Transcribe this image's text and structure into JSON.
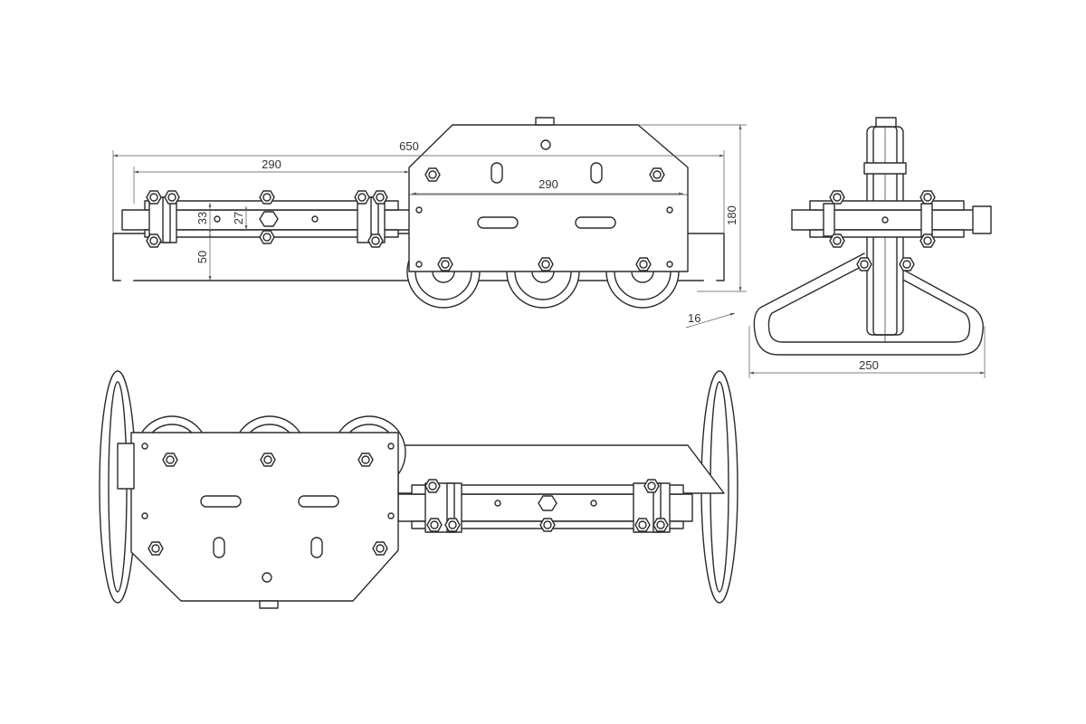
{
  "drawing": {
    "dimensions": {
      "overall_length": "650",
      "span_top": "290",
      "span_plate": "290",
      "height_total": "180",
      "gap_33": "33",
      "gap_27": "27",
      "offset_50": "50",
      "tube_diameter": "16",
      "width_end": "250"
    },
    "colors": {
      "line": "#2b2b2b",
      "paper": "#ffffff"
    }
  }
}
